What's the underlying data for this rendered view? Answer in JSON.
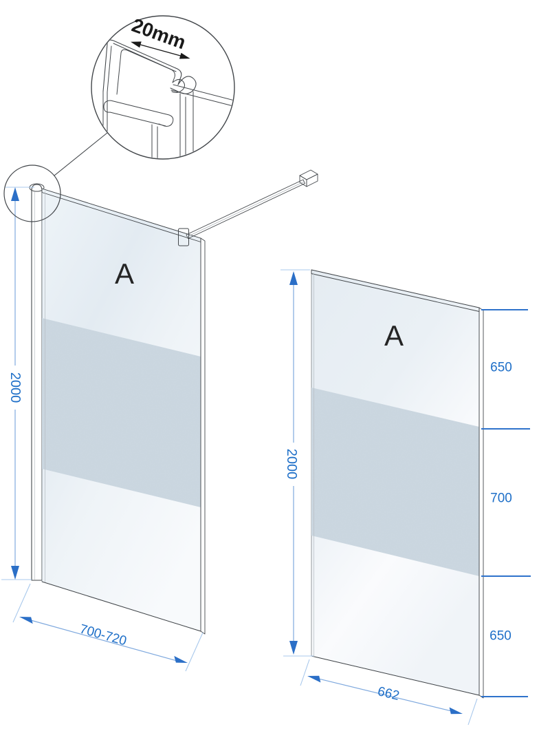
{
  "detail_view": {
    "dimension_label": "20mm"
  },
  "assembled_view": {
    "panel_label": "A",
    "height_dimension": "2000",
    "width_dimension": "700-720"
  },
  "glass_view": {
    "panel_label": "A",
    "height_dimension": "2000",
    "width_dimension": "662",
    "segments": [
      {
        "label": "650"
      },
      {
        "label": "700"
      },
      {
        "label": "650"
      }
    ]
  },
  "colors": {
    "dimension_text": "#1e6fc8",
    "dimension_arrow": "#2b6fc7",
    "dimension_line": "#7fa9de",
    "extension_line": "#a8c8ec",
    "segment_tick": "#2e72cb",
    "outline": "#42464a",
    "frosted_band": "#bac9d6",
    "glass_tint": "#e9eff5"
  }
}
